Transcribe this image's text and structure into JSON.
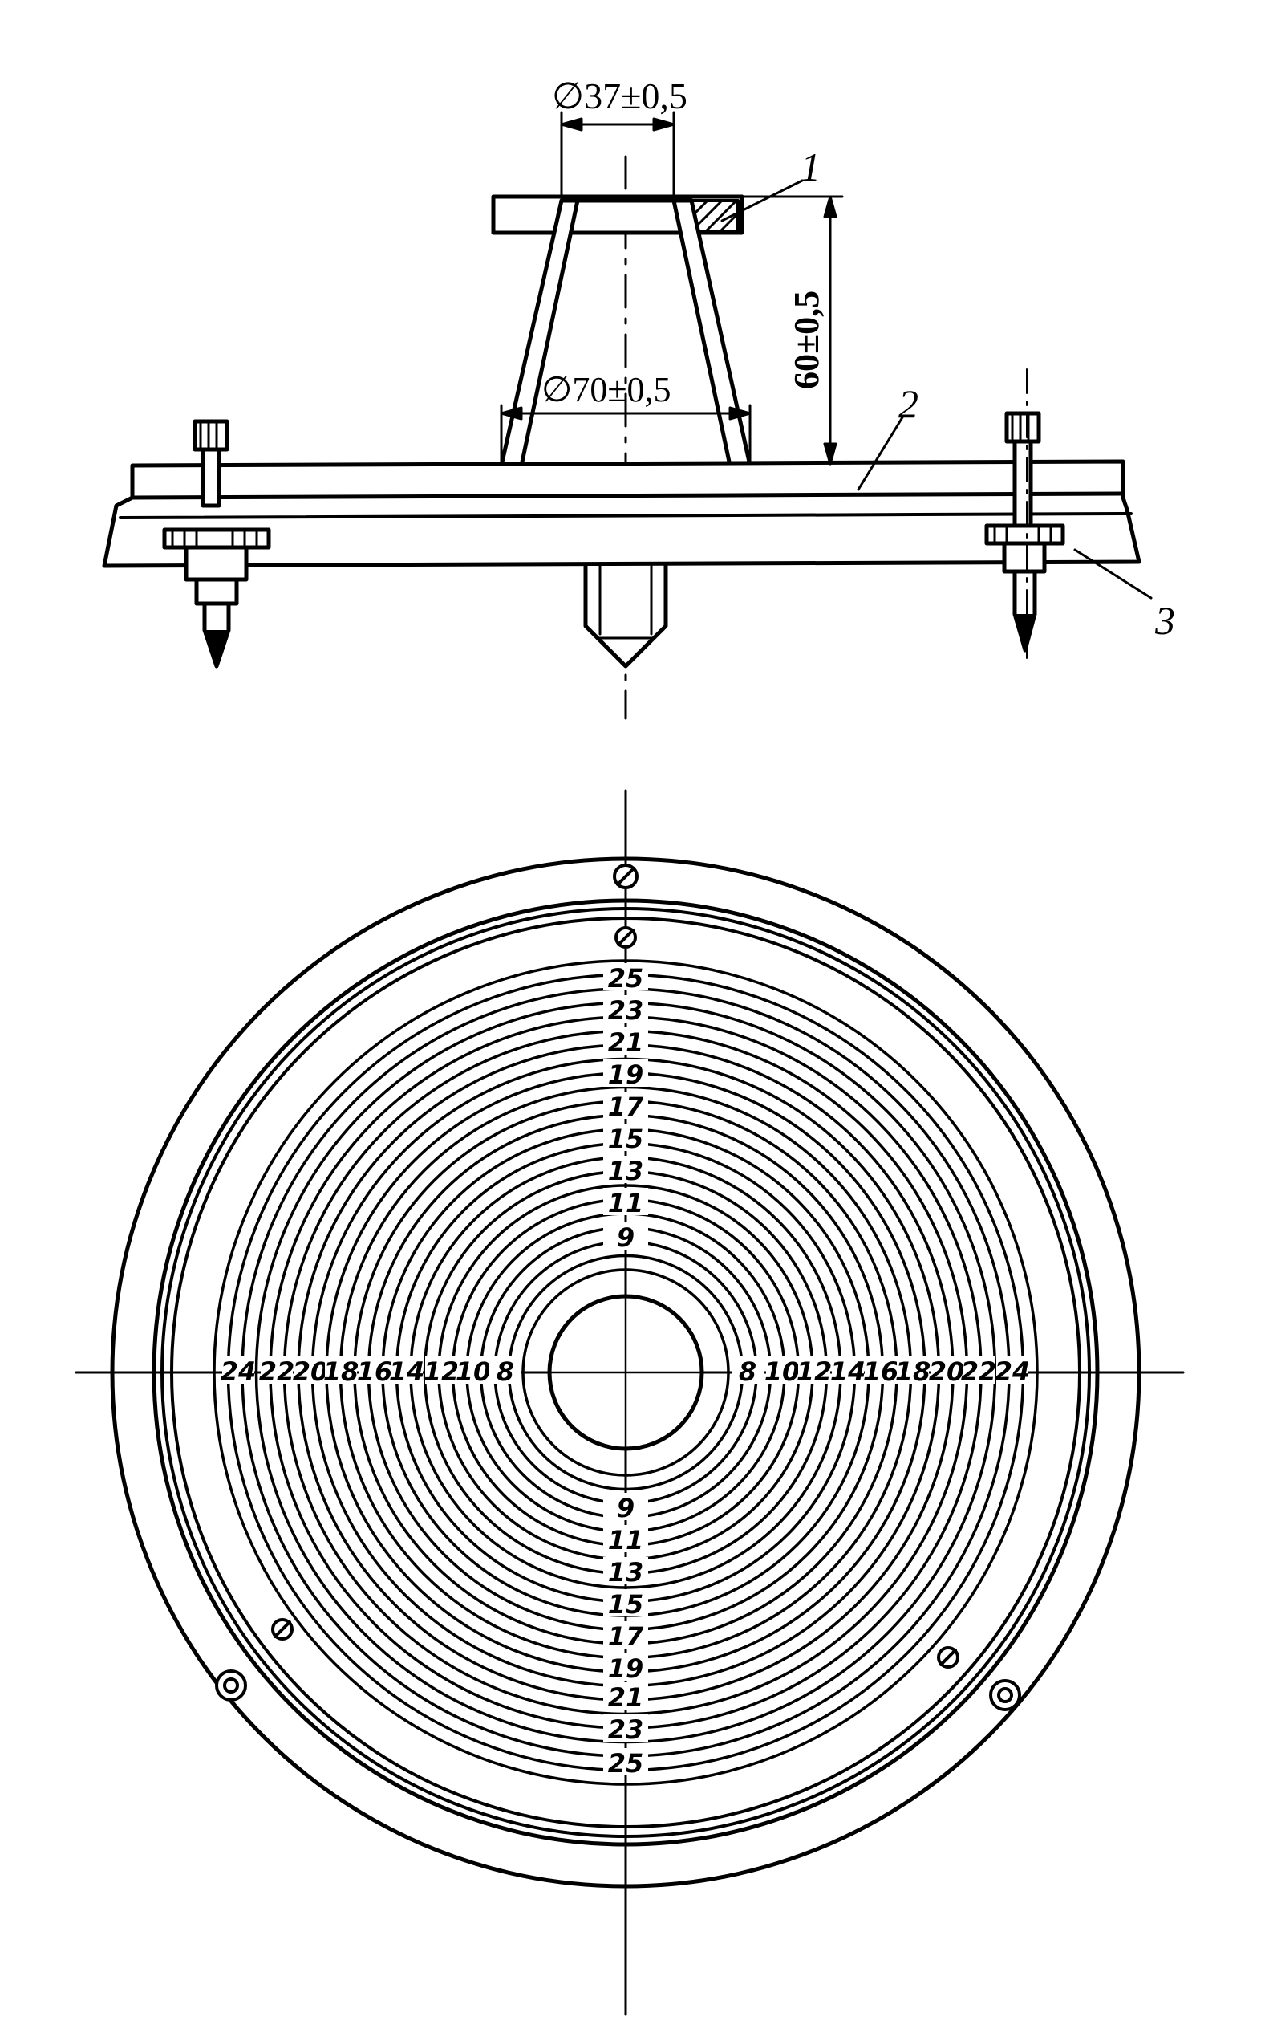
{
  "side_view": {
    "dimensions": {
      "top_diameter": "∅37±0,5",
      "bottom_diameter": "∅70±0,5",
      "height": "60±0,5"
    },
    "callouts": {
      "part_1": "1",
      "part_2": "2",
      "part_3": "3"
    }
  },
  "plan_view": {
    "scale_top": [
      "25",
      "23",
      "21",
      "19",
      "17",
      "15",
      "13",
      "11",
      "9"
    ],
    "scale_bottom": [
      "9",
      "11",
      "13",
      "15",
      "17",
      "19",
      "21",
      "23",
      "25"
    ],
    "scale_left": [
      "24",
      "22",
      "20",
      "18",
      "16",
      "14",
      "12",
      "10",
      "8"
    ],
    "scale_right": [
      "8",
      "10",
      "12",
      "14",
      "16",
      "18",
      "20",
      "22",
      "24"
    ]
  }
}
